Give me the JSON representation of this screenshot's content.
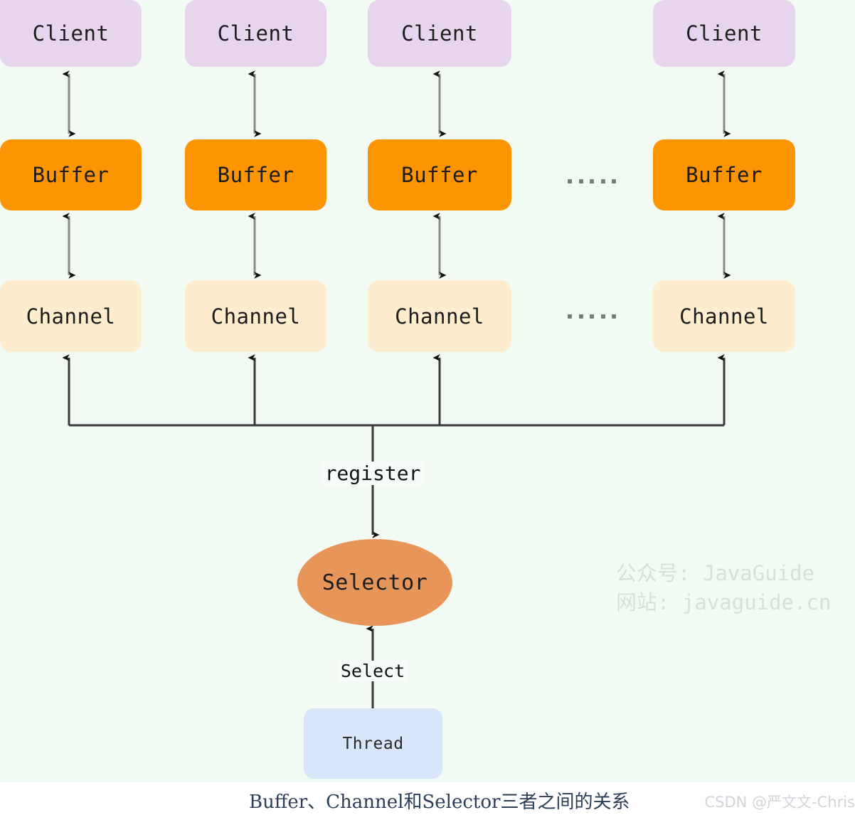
{
  "diagram": {
    "title": "Buffer、Channel和Selector三者之间的关系",
    "background_color": "#f1fbf3",
    "columns": [
      {
        "client": "Client",
        "buffer": "Buffer",
        "channel": "Channel"
      },
      {
        "client": "Client",
        "buffer": "Buffer",
        "channel": "Channel"
      },
      {
        "client": "Client",
        "buffer": "Buffer",
        "channel": "Channel"
      },
      {
        "client": "Client",
        "buffer": "Buffer",
        "channel": "Channel"
      }
    ],
    "ellipsis": {
      "buffer_row": ". . . . .",
      "channel_row": ". . . . ."
    },
    "selector": {
      "label": "Selector",
      "color": "#e79559"
    },
    "thread": {
      "label": "Thread",
      "color": "#d9e6fa"
    },
    "edges": {
      "register": "register",
      "select": "Select"
    },
    "colors": {
      "client": "#e6d5ec",
      "buffer": "#fd9502",
      "channel": "#fdeccd",
      "selector": "#e79559",
      "thread": "#d9e6fa",
      "arrow": "#8a8a8a",
      "wire": "#3b3b3b"
    }
  },
  "watermark": {
    "line1": "公众号: JavaGuide",
    "line2": "网站: javaguide.cn"
  },
  "caption": {
    "text": "Buffer、Channel和Selector三者之间的关系",
    "site_watermark": "CSDN @严文文-Chris"
  }
}
